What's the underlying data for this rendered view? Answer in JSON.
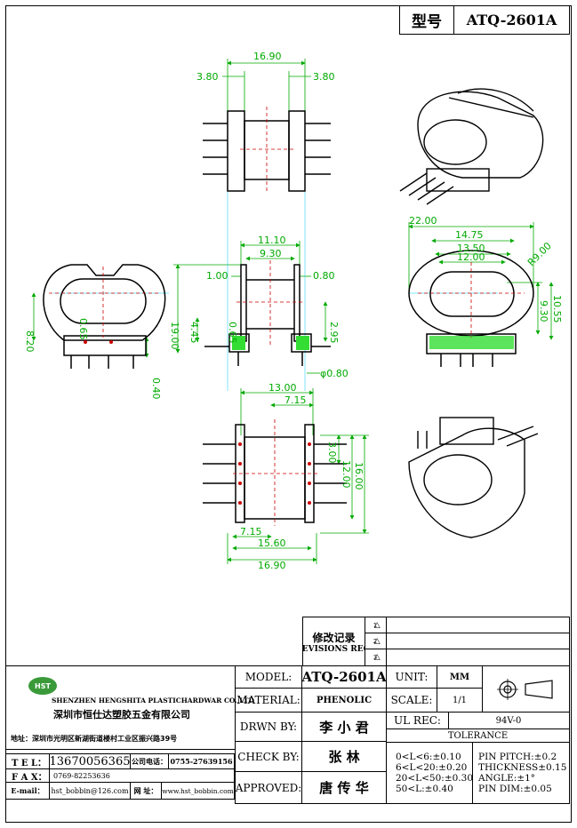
{
  "header": {
    "model_label": "型号",
    "model_value": "ATQ-2601A"
  },
  "dimensions": {
    "side_width": "16.90",
    "side_left": "3.80",
    "side_right": "3.80",
    "front_total": "11.10",
    "front_inner": "9.30",
    "front_left": "1.00",
    "front_right": "0.80",
    "front_height": "19.00",
    "front_h1": "4.45",
    "front_h2": "0.65",
    "front_h3": "2.95",
    "pin_dia": "φ0.80",
    "left_h1": "8.20",
    "left_h2": "0.65",
    "left_h3": "0.40",
    "right_w1": "22.00",
    "right_w2": "14.75",
    "right_w3": "13.50",
    "right_w4": "12.00",
    "right_r": "R9.00",
    "right_h1": "10.55",
    "right_h2": "9.30",
    "bottom_w1": "13.00",
    "bottom_w2": "7.15",
    "bottom_h1": "3.00",
    "bottom_h2": "12.00",
    "bottom_h3": "16.00",
    "bottom_b1": "7.15",
    "bottom_b2": "15.60",
    "bottom_b3": "16.90"
  },
  "revisions": {
    "label_cn": "修改记录",
    "label_en": "REVISIONS REC.",
    "marks": [
      "1",
      "2",
      "3"
    ]
  },
  "company": {
    "logo": "HST",
    "name_en": "SHENZHEN HENGSHITA PLASTICHARDWAR CO.,LTD",
    "name_cn": "深圳市恒仕达塑胶五金有限公司",
    "address": "地址：深圳市光明区新湖街道楼村工业区振兴路39号",
    "tel_label": "T E L：",
    "tel": "13670056365",
    "company_tel_label": "公司电话：",
    "company_tel": "0755-27639156",
    "fax_label": "F A X：",
    "fax": "0769-82253636",
    "email_label": "E-mail：",
    "email": "hst_bobbin@126.com",
    "web_label": "网 址：",
    "web": "www.hst_bobbin.com"
  },
  "info": {
    "model_label": "MODEL:",
    "model": "ATQ-2601A",
    "material_label": "MATERIAL:",
    "material": "PHENOLIC",
    "drawn_label": "DRWN BY:",
    "drawn": "李 小 君",
    "check_label": "CHECK BY:",
    "check": "张   林",
    "approved_label": "APPROVED:",
    "approved": "唐 传 华",
    "unit_label": "UNIT:",
    "unit": "MM",
    "scale_label": "SCALE:",
    "scale": "1/1",
    "ul_label": "UL REC:",
    "ul": "94V-0",
    "tolerance_label": "TOLERANCE",
    "tol_left": [
      "0<L<6:±0.10",
      "6<L<20:±0.20",
      "20<L<50:±0.30",
      "50<L:±0.40"
    ],
    "tol_right": [
      "PIN PITCH:±0.2",
      "THICKNESS±0.15",
      "ANGLE:±1°",
      "PIN DIM:±0.05"
    ]
  },
  "colors": {
    "dim": "#00aa00",
    "center": "#cc0000",
    "bobbin": "#000000",
    "highlight": "#33dd33",
    "proj": "#00c8ff"
  }
}
